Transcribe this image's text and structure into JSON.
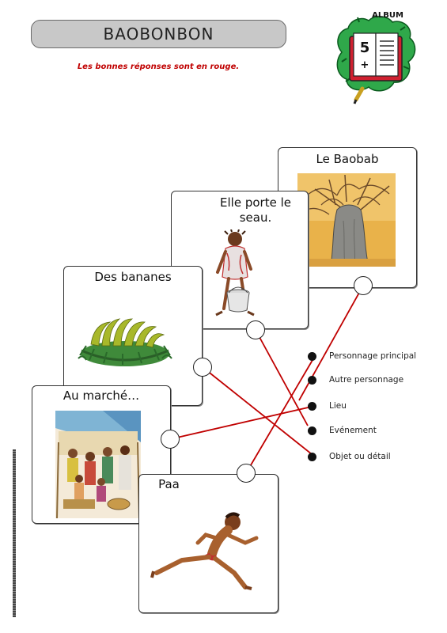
{
  "header": {
    "title": "BAOBONBON",
    "subtitle": "Les bonnes réponses sont en rouge.",
    "album_word": "ALBUM",
    "album_number": "5",
    "album_plus": "+"
  },
  "cards": {
    "baobab": "Le Baobab",
    "seau": "Elle porte le seau.",
    "bananes": "Des bananes",
    "marche": "Au marché…",
    "paa": "Paa"
  },
  "categories": [
    {
      "label": "Personnage principal"
    },
    {
      "label": "Autre personnage"
    },
    {
      "label": "Lieu"
    },
    {
      "label": "Evénement"
    },
    {
      "label": "Objet ou détail"
    }
  ],
  "answers_color": "#c00000"
}
